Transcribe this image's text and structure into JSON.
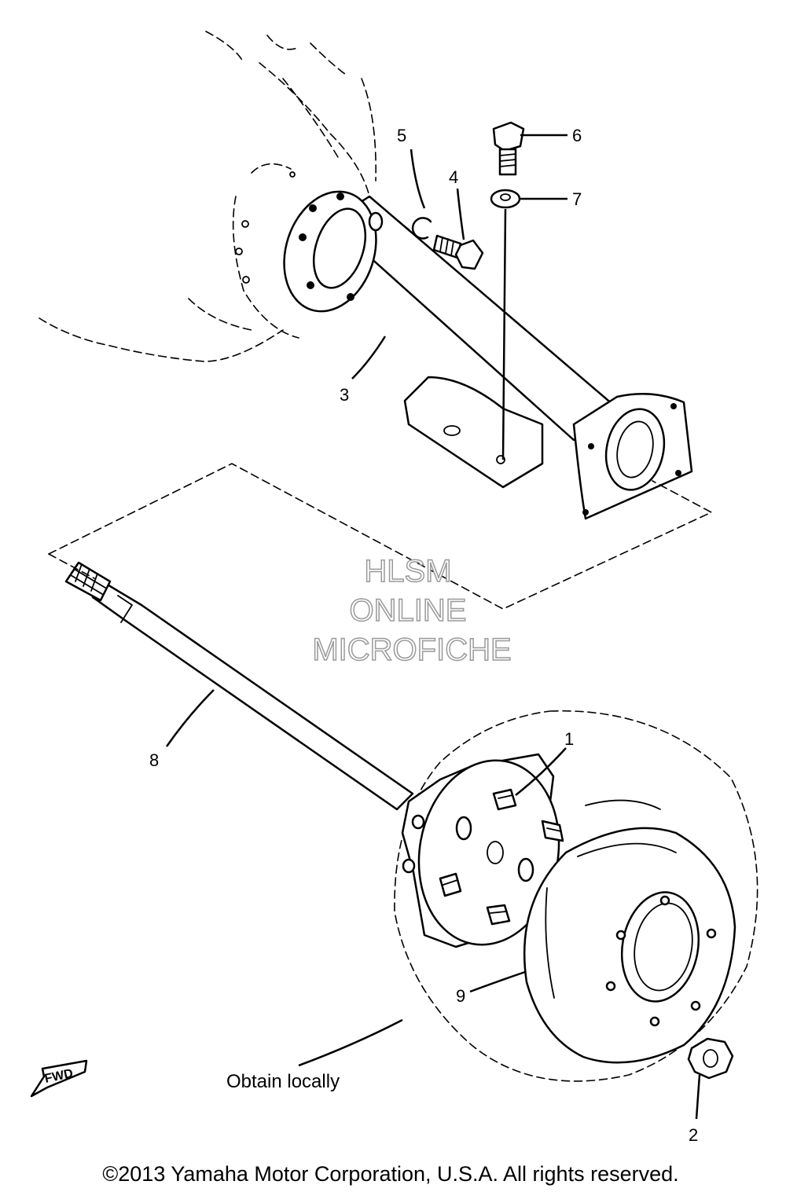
{
  "callouts": {
    "p1": "1",
    "p2": "2",
    "p3": "3",
    "p4": "4",
    "p5": "5",
    "p6": "6",
    "p7": "7",
    "p8": "8",
    "p9": "9"
  },
  "note": "Obtain locally",
  "fwd_label": "FWD",
  "watermark": {
    "line1": "HLSM",
    "line2": "ONLINE",
    "line3": "MICROFICHE"
  },
  "copyright": "©2013 Yamaha Motor Corporation, U.S.A. All rights reserved."
}
